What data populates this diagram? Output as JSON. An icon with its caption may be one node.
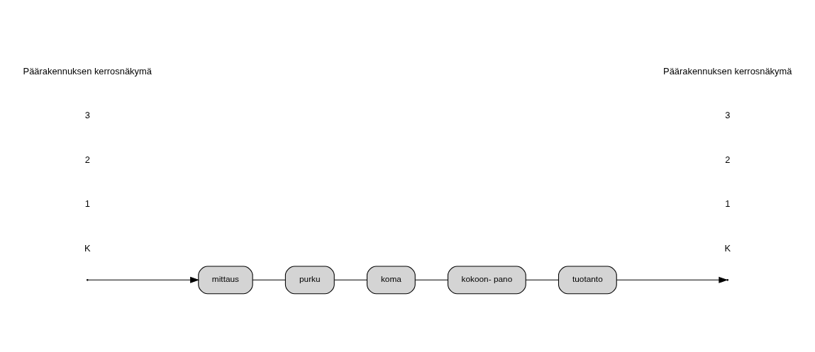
{
  "diagram": {
    "nodes": [
      {
        "text": [
          "mittaus"
        ]
      },
      {
        "text": [
          "purku"
        ]
      },
      {
        "text": [
          "koma"
        ]
      },
      {
        "text": [
          "kokoon- pano"
        ]
      },
      {
        "text": [
          "tuotanto"
        ]
      }
    ],
    "edges": [
      {
        "from": null,
        "to": 0,
        "arrow": "to"
      },
      {
        "from": 0,
        "to": 1,
        "arrow": "none"
      },
      {
        "from": 1,
        "to": 2,
        "arrow": "none"
      },
      {
        "from": 2,
        "to": 3,
        "arrow": "none"
      },
      {
        "from": 3,
        "to": 4,
        "arrow": "none"
      },
      {
        "from": 4,
        "to": null,
        "arrow": "to"
      }
    ],
    "labels": [
      "Päärakennuksen kerrosnäkymä",
      "3",
      "2",
      "1",
      "K",
      "Päärakennuksen kerrosnäkymä",
      "3",
      "2",
      "1",
      "K"
    ]
  }
}
